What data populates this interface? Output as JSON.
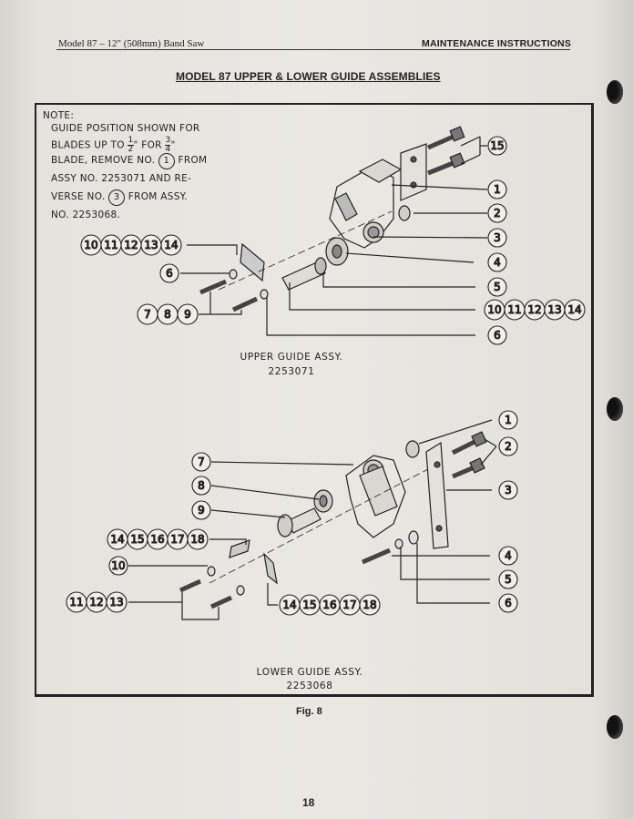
{
  "header": {
    "left": "Model 87 – 12\" (508mm) Band Saw",
    "right": "MAINTENANCE INSTRUCTIONS"
  },
  "title": "MODEL 87 UPPER & LOWER GUIDE ASSEMBLIES",
  "note": {
    "line1": "NOTE:",
    "line2": "GUIDE POSITION SHOWN FOR",
    "line3a": "BLADES UP TO",
    "frac1_num": "1",
    "frac1_den": "2",
    "line3b": "\" FOR",
    "frac2_num": "3",
    "frac2_den": "4",
    "line4a": "BLADE, REMOVE NO.",
    "ref1": "1",
    "line4b": "FROM",
    "line5": "ASSY NO. 2253071 AND RE-",
    "line6a": "VERSE NO.",
    "ref2": "3",
    "line6b": "FROM ASSY.",
    "line7": "NO. 2253068."
  },
  "upper_assembly": {
    "caption_line1": "UPPER GUIDE ASSY.",
    "caption_line2": "2253071",
    "callouts": {
      "c15": "15",
      "c1": "1",
      "c2": "2",
      "c3": "3",
      "c4": "4",
      "c5": "5",
      "c6_left": "6",
      "c6_right": "6",
      "group_left": [
        "10",
        "11",
        "12",
        "13",
        "14"
      ],
      "group_right": [
        "10",
        "11",
        "12",
        "13",
        "14"
      ],
      "group_789": [
        "7",
        "8",
        "9"
      ]
    }
  },
  "lower_assembly": {
    "caption_line1": "LOWER GUIDE ASSY.",
    "caption_line2": "2253068",
    "callouts": {
      "c1": "1",
      "c2": "2",
      "c3": "3",
      "c4": "4",
      "c5": "5",
      "c6": "6",
      "c7": "7",
      "c8": "8",
      "c9": "9",
      "c10": "10",
      "group_top": [
        "14",
        "15",
        "16",
        "17",
        "18"
      ],
      "group_bottom": [
        "14",
        "15",
        "16",
        "17",
        "18"
      ],
      "group_111213": [
        "11",
        "12",
        "13"
      ]
    }
  },
  "figure_label": "Fig. 8",
  "page_number": "18"
}
